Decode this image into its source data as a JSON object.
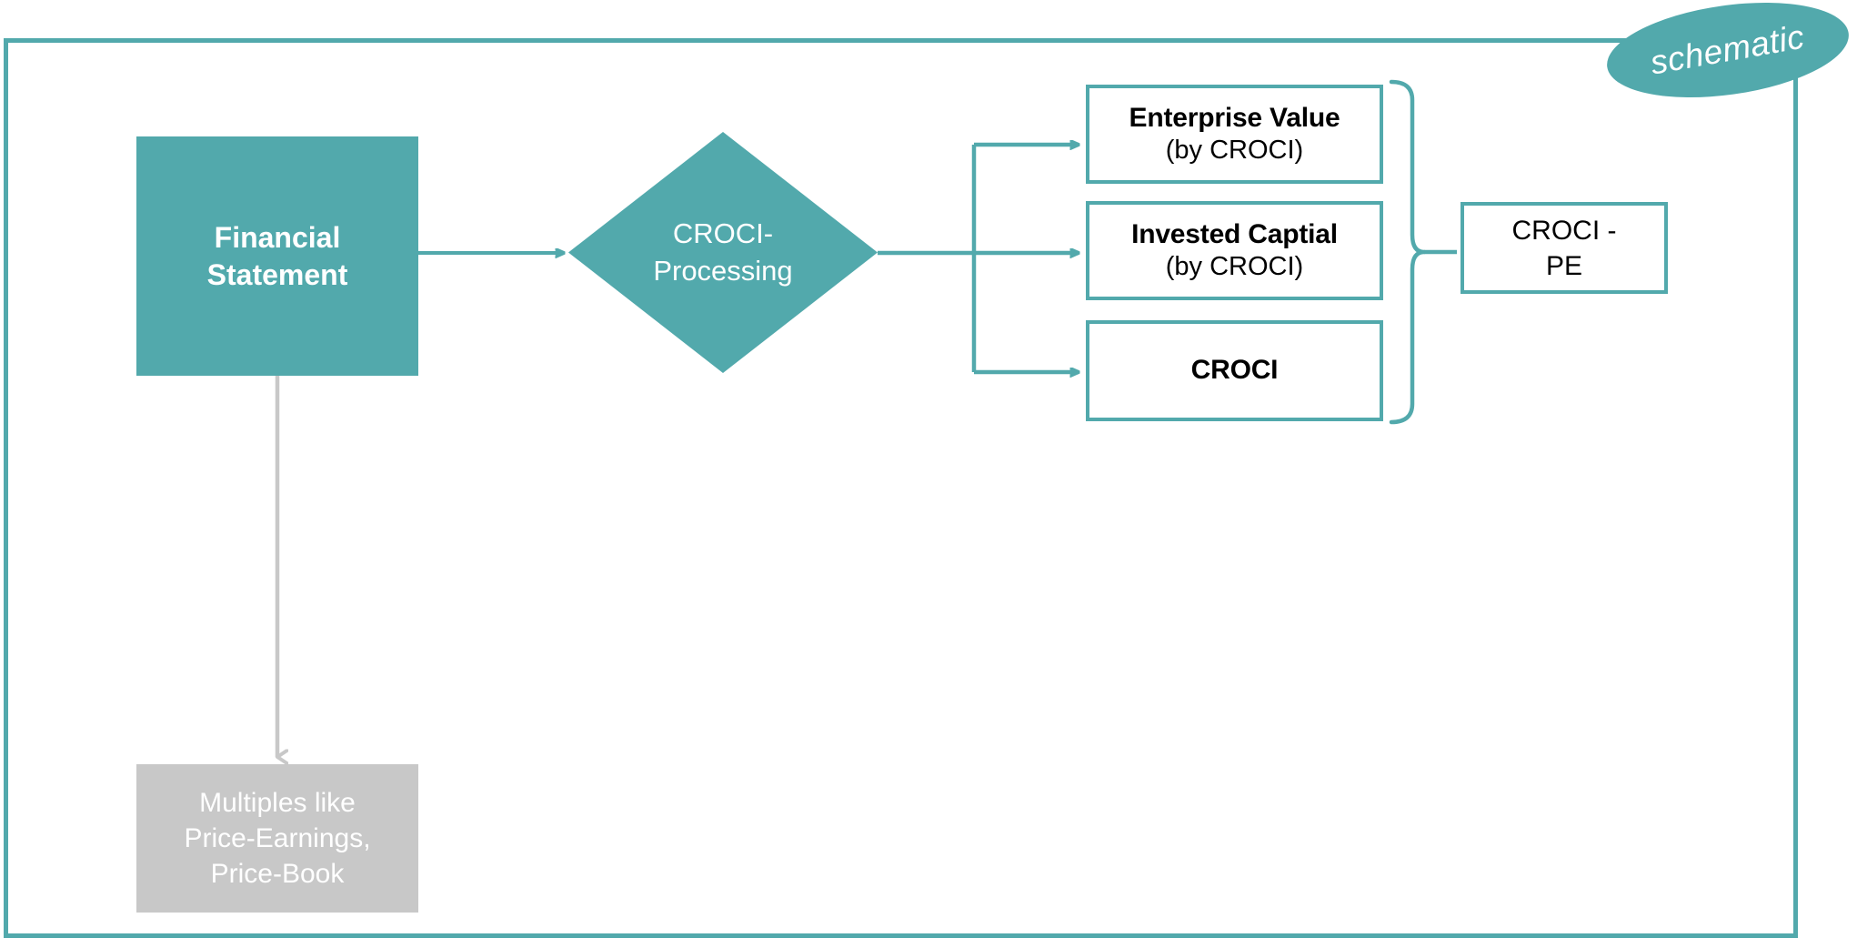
{
  "diagram": {
    "badge": {
      "label": "schematic"
    },
    "colors": {
      "teal": "#52A9AC",
      "gray": "#C8C8C8",
      "white": "#FFFFFF",
      "black": "#000000"
    },
    "nodes": {
      "source": {
        "id": "financial-statement",
        "shape": "rectangle-filled",
        "line1": "Financial",
        "line2": "Statement"
      },
      "process": {
        "id": "croci-processing",
        "shape": "diamond",
        "line1": "CROCI-",
        "line2": "Processing"
      },
      "outputs": [
        {
          "id": "enterprise-value",
          "shape": "rectangle-outline",
          "title": "Enterprise Value",
          "subtitle": "(by CROCI)"
        },
        {
          "id": "invested-capital",
          "shape": "rectangle-outline",
          "title": "Invested Captial",
          "subtitle": "(by CROCI)"
        },
        {
          "id": "croci",
          "shape": "rectangle-outline",
          "title": "CROCI",
          "subtitle": ""
        }
      ],
      "result": {
        "id": "croci-pe",
        "shape": "rectangle-outline",
        "line1": "CROCI -",
        "line2": "PE"
      },
      "alternative": {
        "id": "multiples",
        "shape": "rectangle-filled-gray",
        "line1": "Multiples like",
        "line2": "Price-Earnings,",
        "line3": "Price-Book"
      }
    }
  }
}
